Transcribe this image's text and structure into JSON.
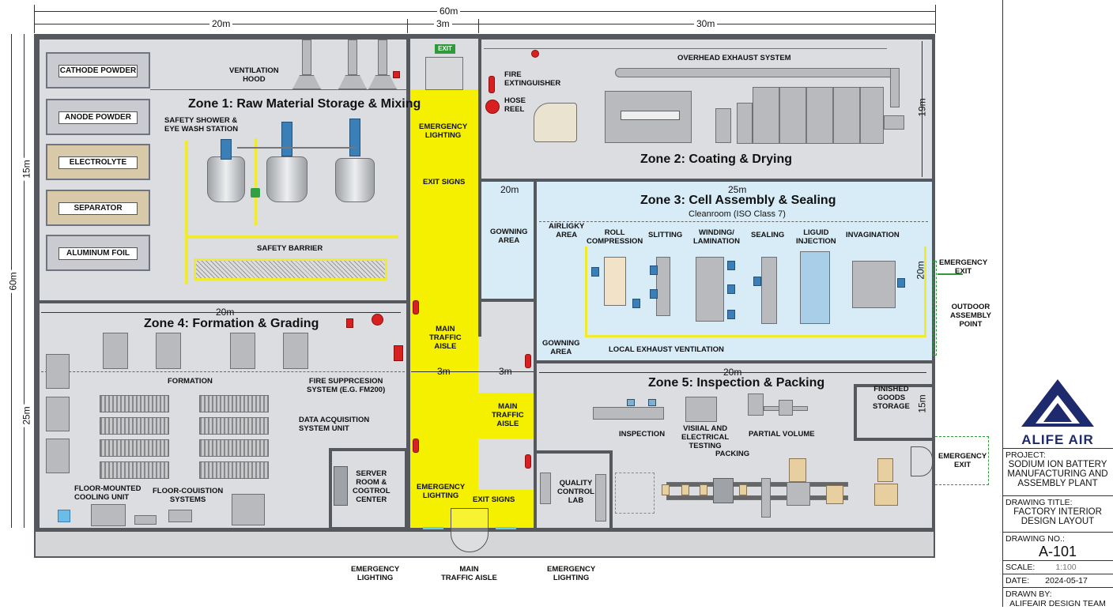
{
  "dimensions": {
    "overall_width": "60m",
    "zone1_width": "20m",
    "aisle_width": "3m",
    "east_width": "30m",
    "overall_height": "60m",
    "zone1_height": "15m",
    "zone4_height": "25m",
    "zone2_height": "19m",
    "gowning_width": "20m",
    "zone3_width": "25m",
    "zone3_height": "20m",
    "zone4_width": "20m",
    "aisle_a": "3m",
    "aisle_b": "3m",
    "zone5_width": "20m",
    "storage_height": "15m"
  },
  "zones": {
    "zone1": "Zone 1: Raw Material Storage & Mixing",
    "zone2": "Zone 2: Coating & Drying",
    "zone3": "Zone 3: Cell Assembly & Sealing",
    "zone3_sub": "Cleanroom (ISO Class 7)",
    "zone4": "Zone 4: Formation & Grading",
    "zone5": "Zone 5: Inspection & Packing"
  },
  "storage_shelves": [
    "CATHODE POWDER",
    "ANODE POWDER",
    "ELECTROLYTE",
    "SEPARATOR",
    "ALUMINUM FOIL"
  ],
  "labels": {
    "ventilation_hood": "VENTILATION\nHOOD",
    "safety_shower": "SAFETY SHOWER &\nEYE WASH STATION",
    "safety_barrier": "SAFETY BARRIER",
    "exit_sign": "EXIT",
    "emergency_lighting_top": "EMERGENCY\nLIGHTING",
    "exit_signs_top": "EXIT SIGNS",
    "main_traffic_aisle": "MAIN\nTRAFFIC\nAISLE",
    "main_traffic_aisle_2": "MAIN\nTRAFFIC\nAISLE",
    "emergency_lighting_bottom": "EMERGENCY\nLIGHTING",
    "exit_signs_bottom": "EXIT SIGNS",
    "fire_extinguisher": "FIRE\nEXTINGUISHER",
    "hose_reel": "HOSE\nREEL",
    "overhead_exhaust": "OVERHEAD EXHAUST SYSTEM",
    "gowning_area": "GOWNING\nAREA",
    "airlock_area": "AIRLIGKY\nAREA",
    "gowning_area_2": "GOWNING\nAREA",
    "local_exhaust": "LOCAL EXHAUST VENTILATION",
    "emergency_exit_east": "EMERGENCY\nEXIT",
    "outdoor_assembly": "OUTDOOR\nASSEMBLY\nPOINT",
    "formation": "FORMATION",
    "fire_suppression": "FIRE SUPPRCESION\nSYSTEM (e.g. FM200)",
    "data_acquisition": "DATA ACQUISITION\nSYSTEM UNIT",
    "floor_cooling": "FLOOR-MOUNTED\nCOOLING UNIT",
    "floor_systems": "FLOOR-COUISTION\nSYSTEMS",
    "server_room": "SERVER\nROOM &\nCOGTROL\nCENTER",
    "quality_lab": "QUALITY\nCONTROL\nLAB",
    "inspection": "INSPECTION",
    "visual_testing": "VISIIAL AND\nELECTRICAL\nTESTING",
    "partial_volume": "PARTIAL VOLUME",
    "packing": "PACKING",
    "finished_goods": "FINISHED\nGOODS\nSTORAGE",
    "emergency_exit_se": "EMERGENCY\nEXIT",
    "bottom_emergency_left": "EMERGENCY\nLIGHTING",
    "bottom_main_aisle": "MAIN\nTRAFFIC AISLE",
    "bottom_emergency_right": "EMERGENCY\nLIGHTING"
  },
  "cleanroom_stations": [
    "ROLL\nCOMPRESSION",
    "SLITTING",
    "WINDING/\nLAMINATION",
    "SEALING",
    "LIGUID\nINJECTION",
    "INVAGINATION"
  ],
  "title_block": {
    "logo_text": "ALIFE AIR",
    "project_label": "PROJECT:",
    "project": "SODIUM ION BATTERY\nMANUFACTURING AND\nASSEMBLY PLANT",
    "drawing_title_label": "DRAWING TITLE:",
    "drawing_title": "FACTORY INTERIOR\nDESIGN LAYOUT",
    "drawing_no_label": "DRAWING NO.:",
    "drawing_no": "A-101",
    "scale_label": "SCALE:",
    "scale": "1:100",
    "date_label": "DATE:",
    "date": "2024-05-17",
    "drawn_by_label": "DRAWN BY:",
    "drawn_by": "ALIFEAIR DESIGN TEAM"
  },
  "colors": {
    "aisle": "#f5f000",
    "cleanroom": "#d8ecf8",
    "floor": "#dcdde0",
    "wall": "#55585c",
    "fire_equipment": "#d92020",
    "exit_green": "#2e9a3a",
    "logo": "#1e2a6e"
  }
}
